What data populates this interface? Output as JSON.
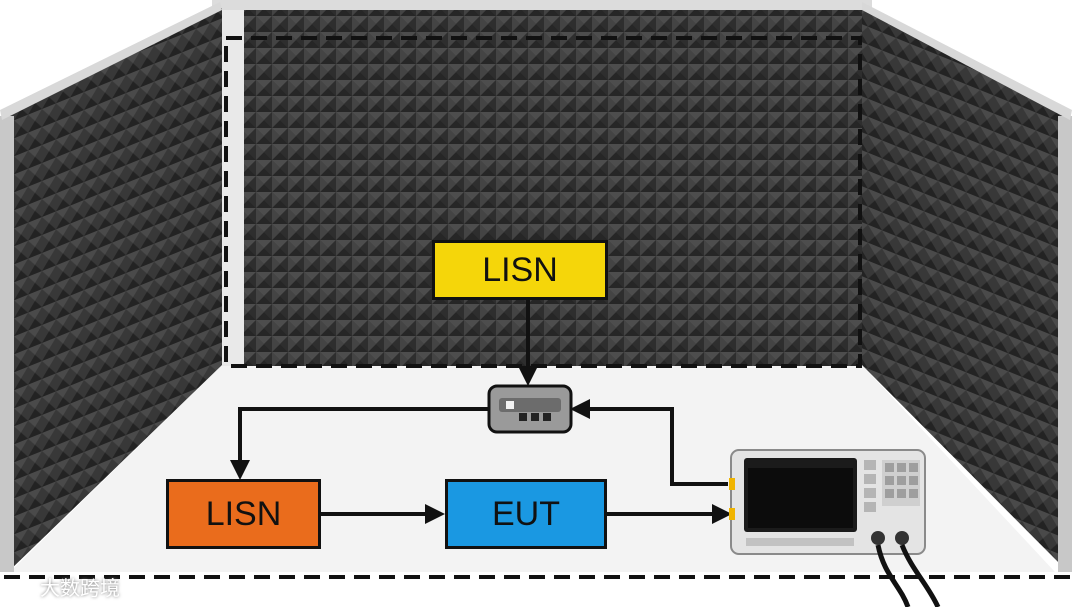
{
  "diagram": {
    "boxes": {
      "lisn_top": {
        "label": "LISN",
        "fill": "#f5d60a"
      },
      "lisn_left": {
        "label": "LISN",
        "fill": "#ea6c1c"
      },
      "eut": {
        "label": "EUT",
        "fill": "#1a98e2"
      }
    },
    "chamber": {
      "absorber_color": "#3b3b3b",
      "floor_color": "#f4f4f4",
      "frame_color": "#c9c9c9"
    },
    "connector_color": "#111111"
  },
  "watermark": {
    "text": "大数跨境"
  }
}
